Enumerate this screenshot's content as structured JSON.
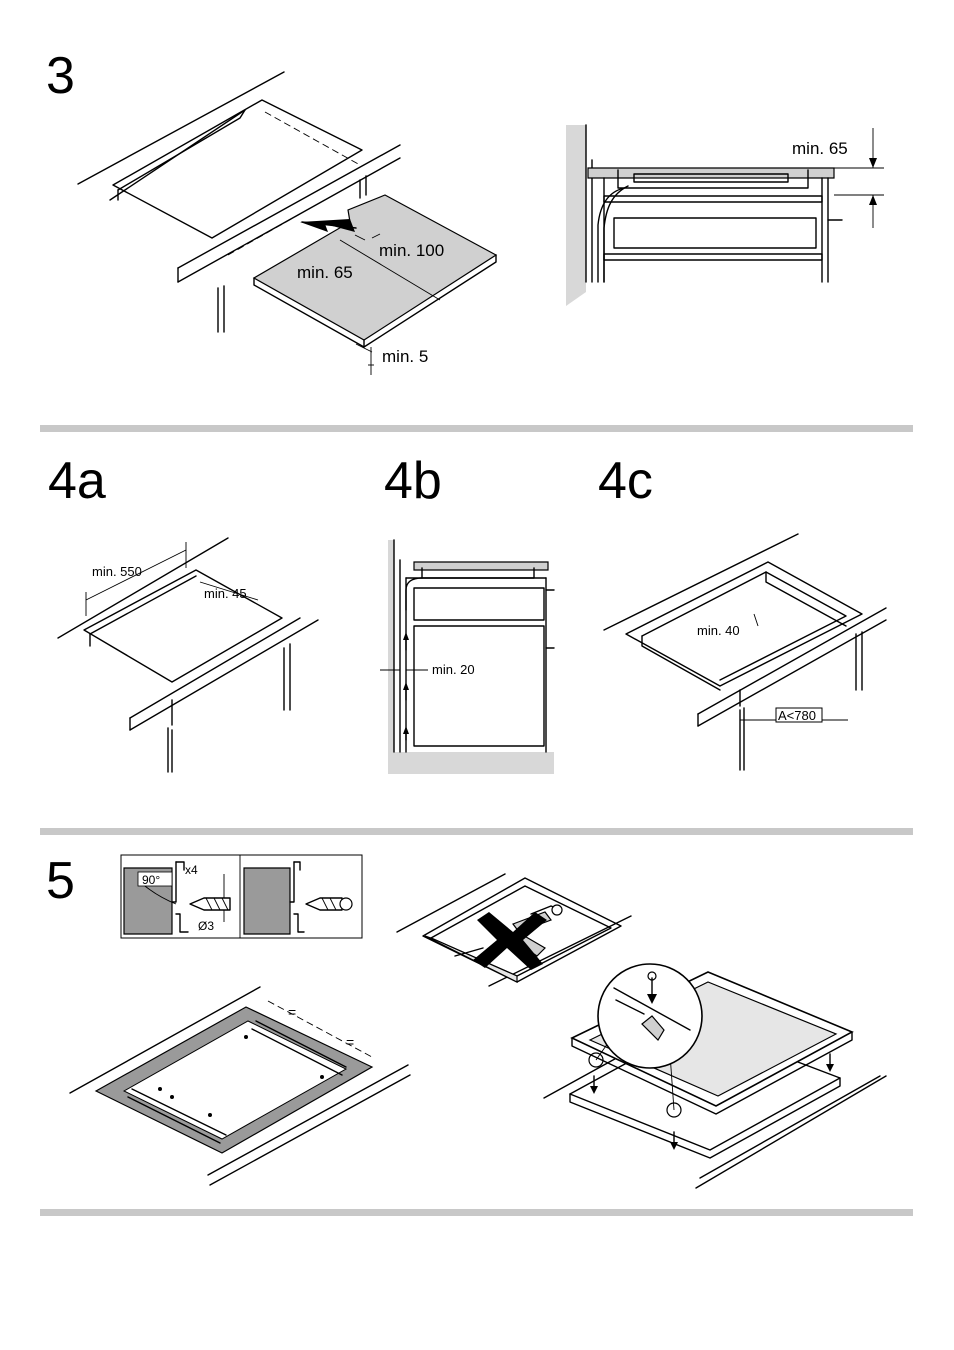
{
  "steps": {
    "s3": "3",
    "s4a": "4a",
    "s4b": "4b",
    "s4c": "4c",
    "s5": "5"
  },
  "fig3": {
    "min100": "min. 100",
    "min65_board": "min. 65",
    "min5": "min. 5",
    "min65_side": "min. 65"
  },
  "fig4a": {
    "min550": "min. 550",
    "min45": "min. 45"
  },
  "fig4b": {
    "min20": "min. 20"
  },
  "fig4c": {
    "min40": "min. 40",
    "a780": "A<780"
  },
  "fig5": {
    "x4": "x4",
    "angle": "90°",
    "diameter": "Ø3",
    "equal_1": "=",
    "equal_2": "="
  },
  "colors": {
    "rule": "#c8c8c8",
    "board": "#d0d0d0",
    "hob_surface": "#e6e6e6"
  }
}
